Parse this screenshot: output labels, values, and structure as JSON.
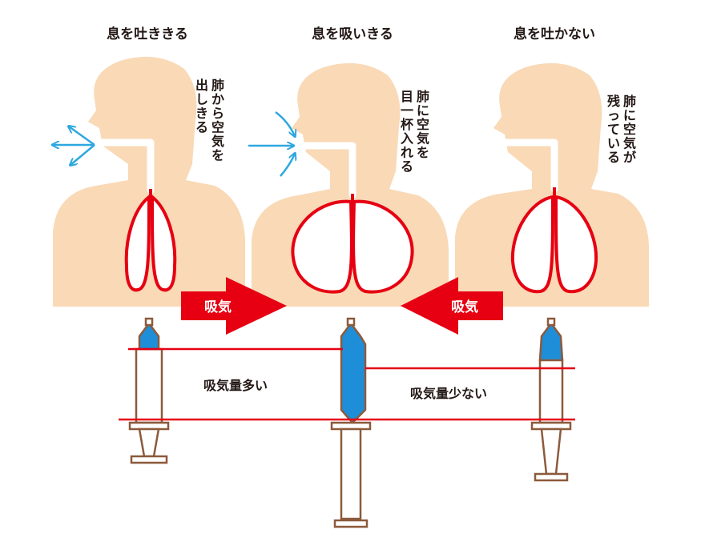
{
  "panels": [
    {
      "title": "息を吐ききる",
      "caption_lines": [
        "肺から空気を",
        "出しきる"
      ]
    },
    {
      "title": "息を吸いきる",
      "caption_lines": [
        "肺に空気を",
        "目一杯入れる"
      ]
    },
    {
      "title": "息を吐かない",
      "caption_lines": [
        "肺に空気が",
        "残っている"
      ]
    }
  ],
  "arrows": {
    "left_label": "吸気",
    "right_label": "吸気"
  },
  "comparisons": {
    "large_volume": "吸気量多い",
    "small_volume": "吸気量少ない"
  },
  "colors": {
    "skin": "#f9d9b6",
    "lung_outline": "#e60012",
    "arrow_red": "#e60012",
    "air_blue": "#2ea7e0",
    "syringe_fill": "#1e8ed8",
    "syringe_outline": "#8c5a3c",
    "line_red": "#e60012"
  }
}
